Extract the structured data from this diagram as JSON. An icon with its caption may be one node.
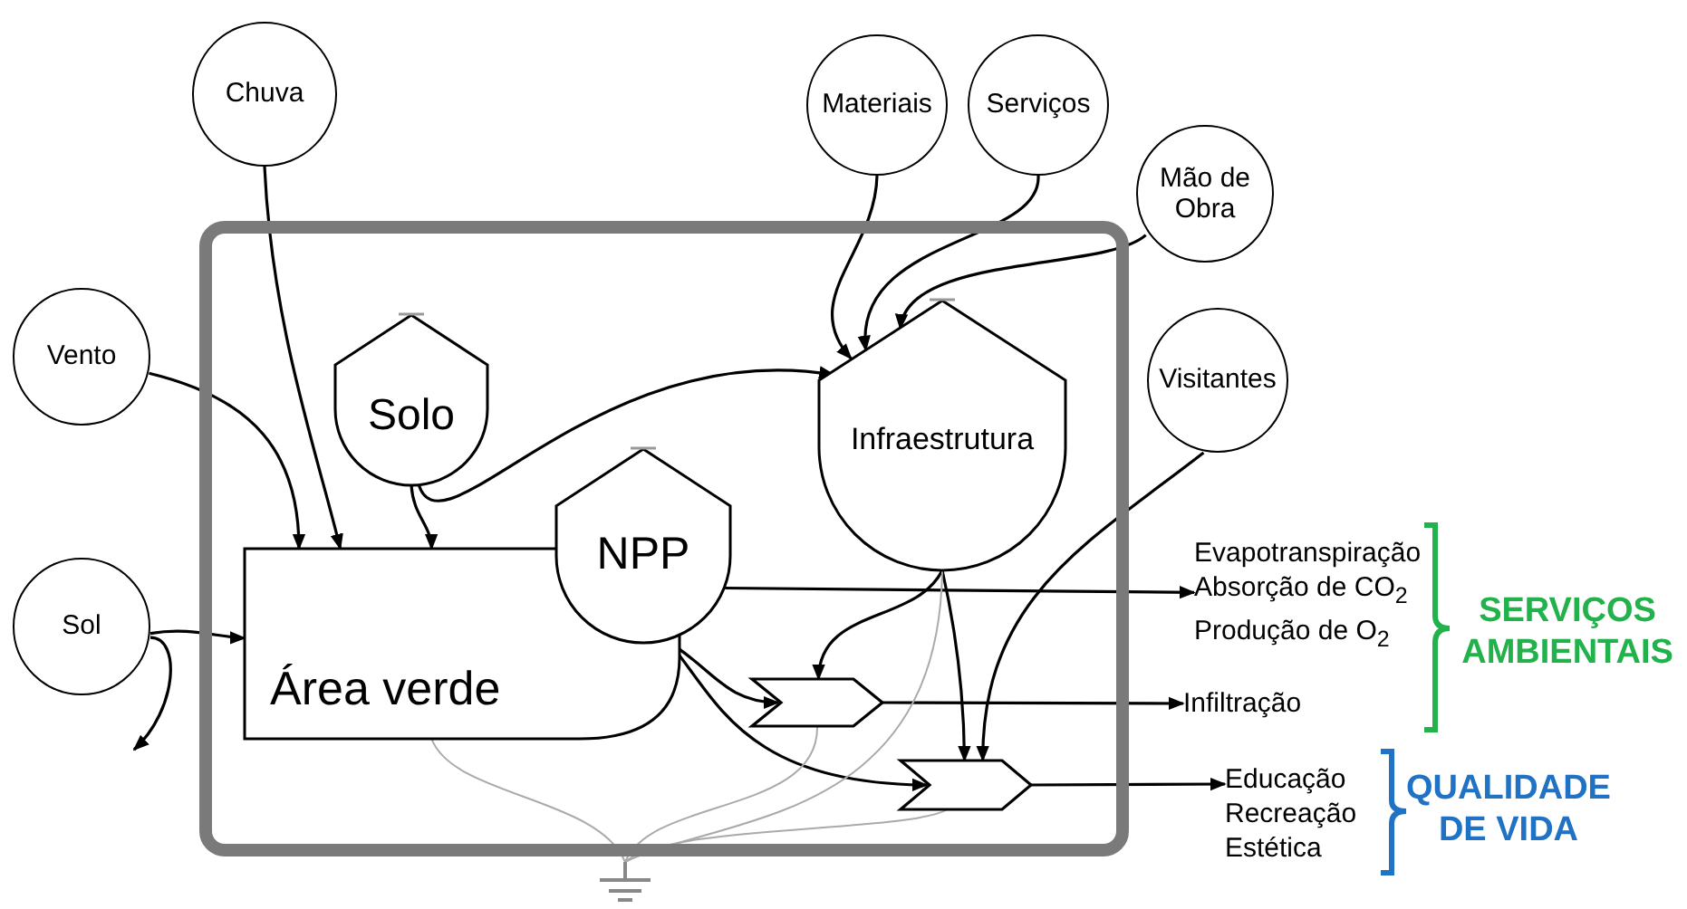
{
  "diagram": {
    "nodes": [
      {
        "text": [],
        "shape": "box"
      },
      {
        "text": [
          "Chuva"
        ]
      },
      {
        "text": [
          "Materiais"
        ]
      },
      {
        "text": [
          "Serviços"
        ]
      },
      {
        "text": [
          "Mão de Obra"
        ]
      },
      {
        "text": [
          "Vento"
        ]
      },
      {
        "text": [
          "Visitantes"
        ]
      },
      {
        "text": [
          "Sol"
        ]
      },
      {
        "text": [
          "Solo"
        ],
        "in": 0
      },
      {
        "text": [
          "Infraestrutura"
        ],
        "in": 0
      },
      {
        "text": [
          "Área verde"
        ],
        "in": 0
      },
      {
        "text": [
          "NPP"
        ],
        "in": 0
      },
      {
        "text": [],
        "shape": "chevron",
        "in": 0
      },
      {
        "text": [],
        "shape": "chevron",
        "in": 0
      },
      {
        "text": [
          "Evapotranspiração",
          "Absorção de CO$_{2}$",
          "Produção de O$_{2}$"
        ]
      },
      {
        "text": [
          "Infiltração"
        ]
      },
      {
        "text": [
          "Educação",
          "Recreação",
          "Estética"
        ]
      },
      {
        "text": [],
        "shape": "ground"
      }
    ],
    "edges": [
      {
        "from": 1,
        "to": 10,
        "arrow": "to"
      },
      {
        "from": 5,
        "to": 10,
        "arrow": "to"
      },
      {
        "from": 7,
        "to": 10,
        "arrow": "to"
      },
      {
        "from": 7,
        "to": null,
        "arrow": "to"
      },
      {
        "from": 8,
        "to": 10,
        "arrow": "to"
      },
      {
        "from": 8,
        "to": 9,
        "arrow": "to"
      },
      {
        "from": 2,
        "to": 9,
        "arrow": "to"
      },
      {
        "from": 3,
        "to": 9,
        "arrow": "to"
      },
      {
        "from": 4,
        "to": 9,
        "arrow": "to"
      },
      {
        "from": 11,
        "to": 14,
        "arrow": "to"
      },
      {
        "from": 11,
        "to": 12,
        "arrow": "to"
      },
      {
        "from": 11,
        "to": 13,
        "arrow": "to"
      },
      {
        "from": 9,
        "to": 12,
        "arrow": "to"
      },
      {
        "from": 9,
        "to": 13,
        "arrow": "to"
      },
      {
        "from": 6,
        "to": 13,
        "arrow": "to"
      },
      {
        "from": 12,
        "to": 15,
        "arrow": "to"
      },
      {
        "from": 13,
        "to": 16,
        "arrow": "to"
      },
      {
        "from": 10,
        "to": 17,
        "arrow": "none",
        "color": "#aaaaaa"
      },
      {
        "from": 12,
        "to": 17,
        "arrow": "none",
        "color": "#aaaaaa"
      },
      {
        "from": 9,
        "to": 17,
        "arrow": "none",
        "color": "#aaaaaa"
      },
      {
        "from": 13,
        "to": 17,
        "arrow": "none",
        "color": "#aaaaaa"
      }
    ],
    "labels": [
      "SERVIÇOS AMBIENTAIS",
      "QUALIDADE DE VIDA"
    ]
  }
}
